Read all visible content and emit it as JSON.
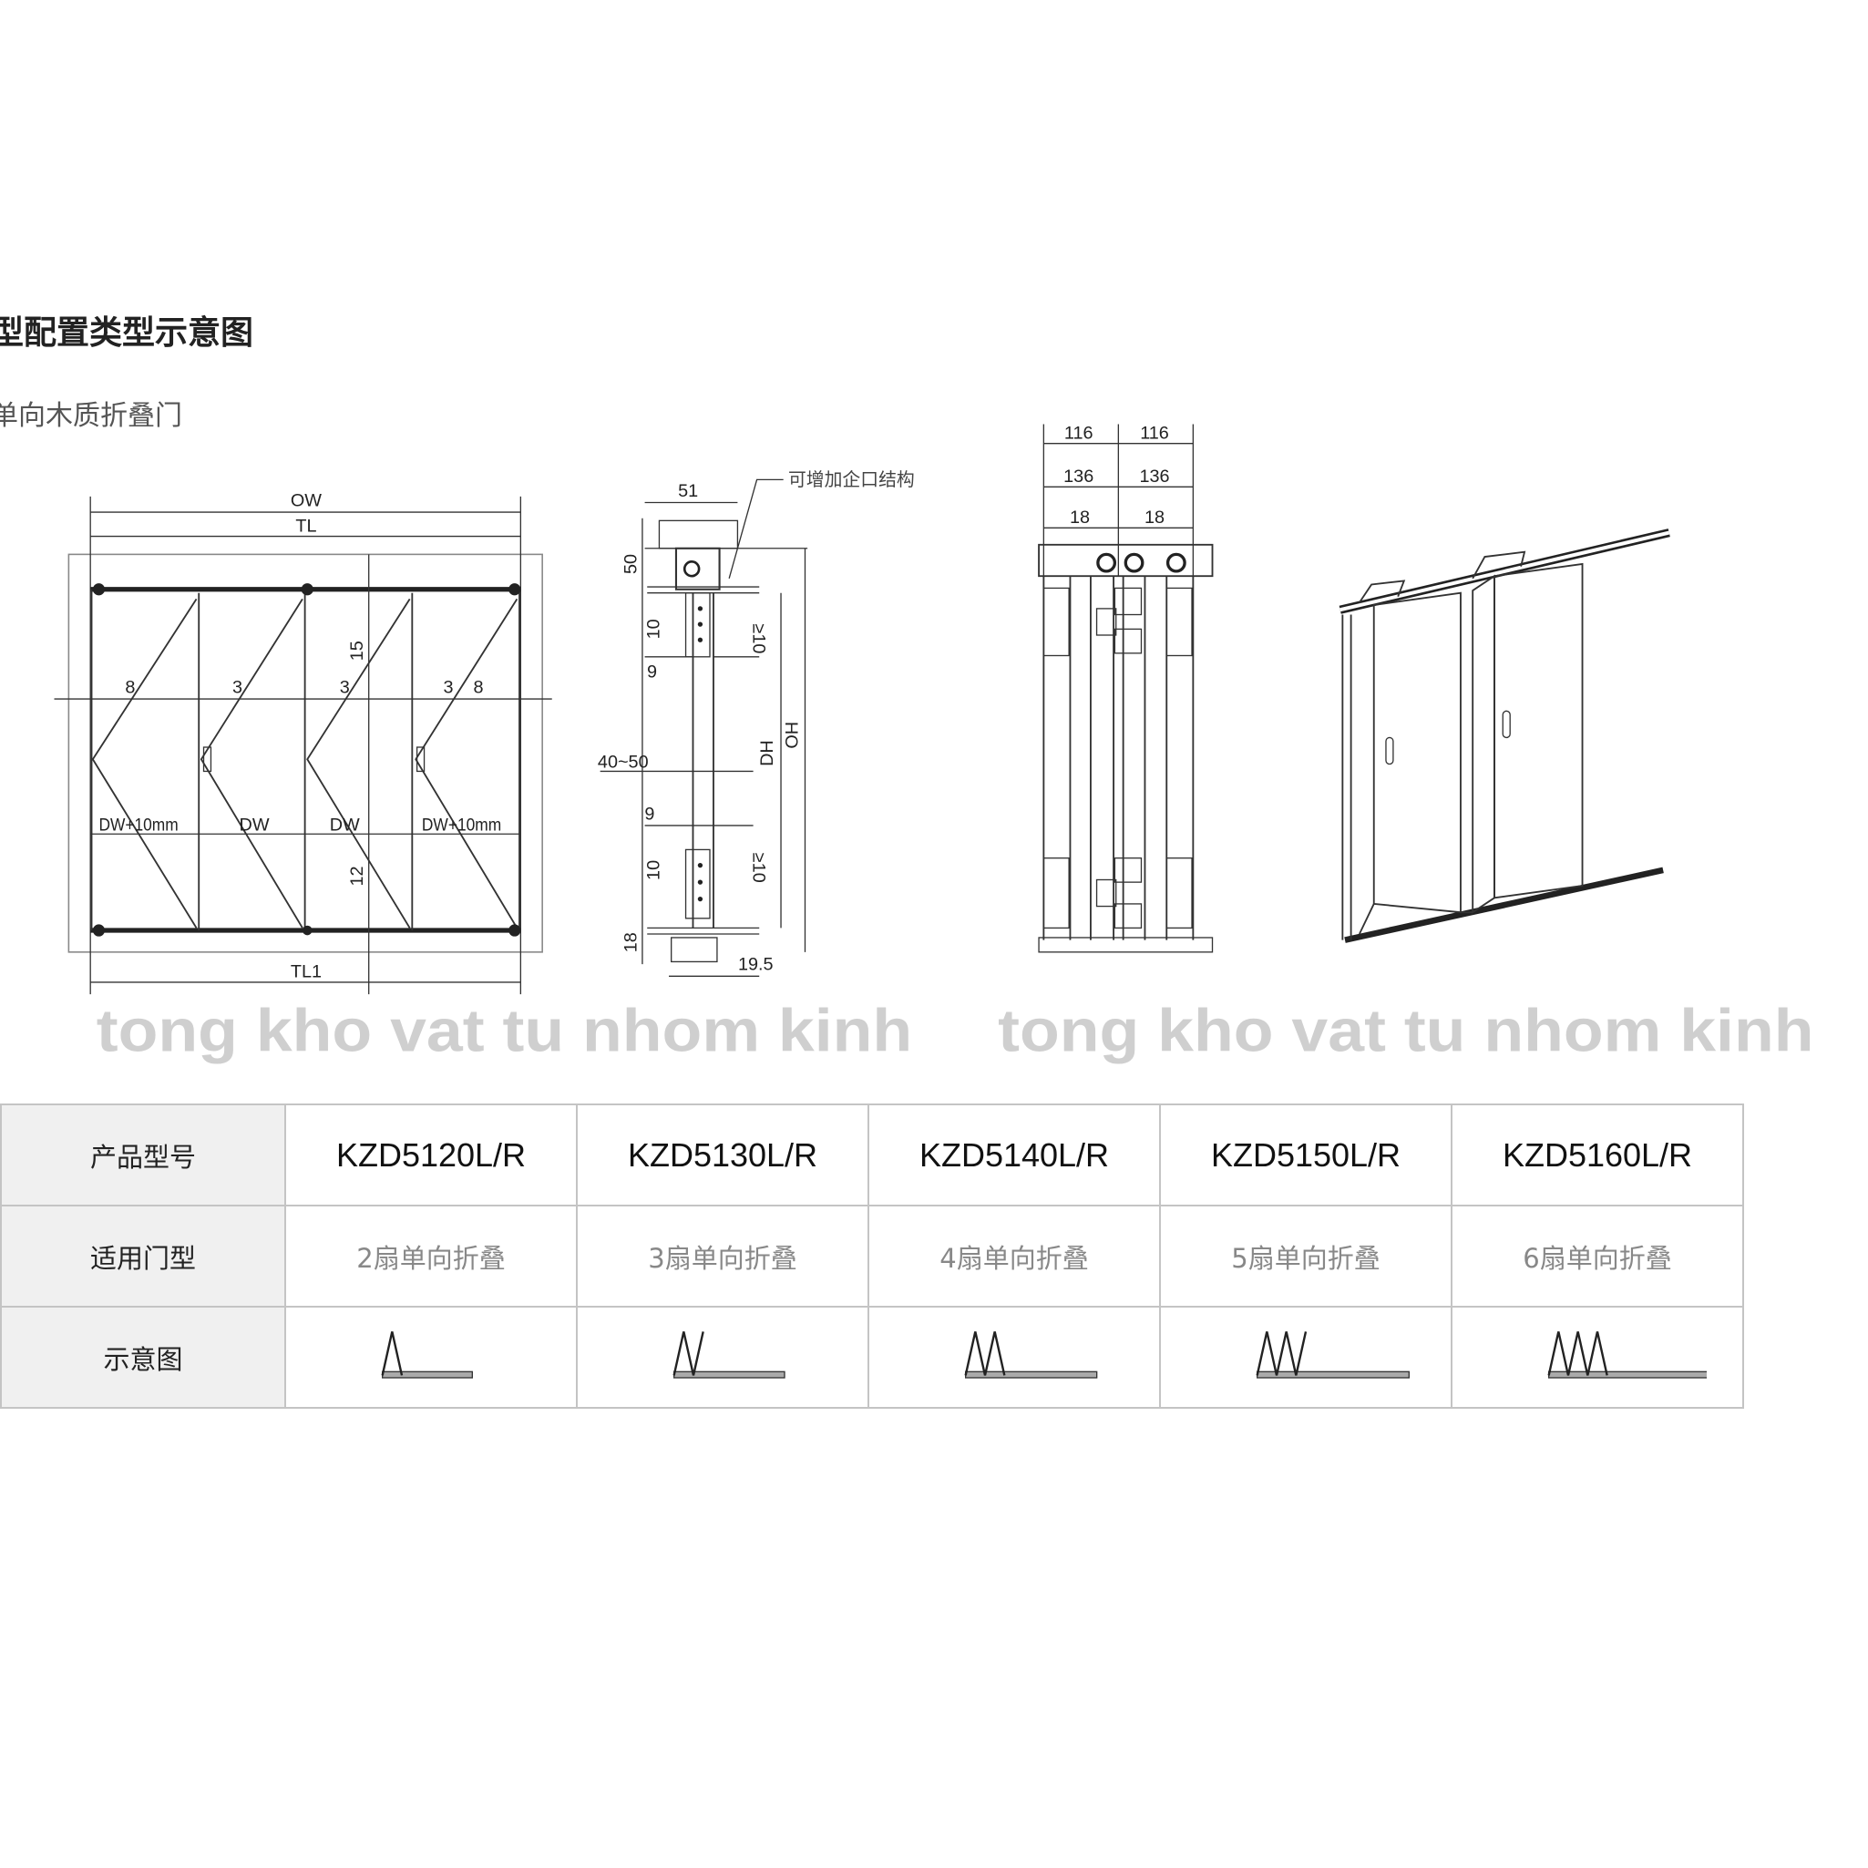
{
  "title": "型配置类型示意图",
  "subtitle": "单向木质折叠门",
  "front_view": {
    "ow": "OW",
    "tl": "TL",
    "tl1": "TL1",
    "gaps": [
      "8",
      "3",
      "3",
      "3",
      "8"
    ],
    "widths": [
      "DW+10mm",
      "DW",
      "DW",
      "DW+10mm"
    ],
    "top_gap": "15",
    "bottom_gap": "12"
  },
  "section_view": {
    "width": "51",
    "top_height": "50",
    "top_hinge_offset": "10",
    "top_gap": "9",
    "top_hinge_min": "≥10",
    "door_thickness": "40~50",
    "bottom_gap": "9",
    "bottom_hinge_offset": "10",
    "bottom_hinge_min": "≥10",
    "floor_height": "18",
    "floor_width": "19.5",
    "dh": "DH",
    "oh": "OH",
    "note": "可增加企口结构"
  },
  "stack_view": {
    "pitch": [
      "116",
      "116"
    ],
    "stack": [
      "136",
      "136"
    ],
    "offset": [
      "18",
      "18"
    ]
  },
  "watermark": "tong kho vat tu nhom kinh",
  "table": {
    "row_headers": [
      "产品型号",
      "适用门型",
      "示意图"
    ],
    "columns": [
      {
        "model": "KZD5120L/R",
        "type": "2扇单向折叠",
        "panels": 2
      },
      {
        "model": "KZD5130L/R",
        "type": "3扇单向折叠",
        "panels": 3
      },
      {
        "model": "KZD5140L/R",
        "type": "4扇单向折叠",
        "panels": 4
      },
      {
        "model": "KZD5150L/R",
        "type": "5扇单向折叠",
        "panels": 5
      },
      {
        "model": "KZD5160L/R",
        "type": "6扇单向折叠",
        "panels": 6
      }
    ]
  }
}
